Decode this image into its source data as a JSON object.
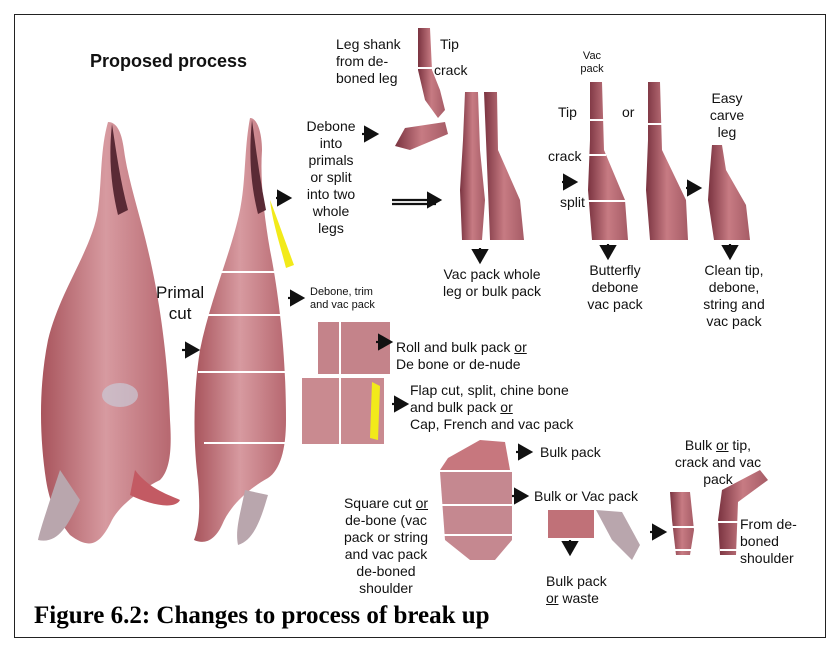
{
  "title": "Proposed process",
  "caption": "Figure 6.2: Changes to process of break up",
  "labels": {
    "primal_cut": "Primal\ncut",
    "leg_shank": "Leg shank\nfrom de-\nboned leg",
    "tip_top": "Tip",
    "crack_top": "crack",
    "debone_primals": "Debone\ninto\nprimals\nor split\ninto two\nwhole\nlegs",
    "vac_pack_top": "Vac\npack",
    "tip_mid": "Tip",
    "or_mid": "or",
    "easy_carve": "Easy\ncarve\nleg",
    "crack_mid": "crack",
    "split_mid": "split",
    "vac_pack_whole": "Vac pack whole\nleg or bulk pack",
    "butterfly": "Butterfly\ndebone\nvac pack",
    "clean_tip": "Clean tip,\ndebone,\nstring and\nvac pack",
    "debone_trim": "Debone, trim\nand vac pack",
    "roll_bulk_1": "Roll and bulk pack ",
    "roll_bulk_or": "or",
    "roll_bulk_2": "De bone or de-nude",
    "flap_1": "Flap cut, split, chine bone\nand bulk pack ",
    "flap_or": "or",
    "flap_2": "Cap, French and vac pack",
    "bulk_pack_1": "Bulk pack",
    "bulk_or_vac": "Bulk  or Vac pack",
    "bulk_tip_1": "Bulk ",
    "bulk_tip_or": "or",
    "bulk_tip_2": " tip,\ncrack and vac\npack",
    "square_cut_1": "Square cut ",
    "square_cut_or": "or",
    "square_cut_2": "de-bone (vac\npack or string\nand vac pack\nde-boned\nshoulder",
    "bulk_pack_waste_1": "Bulk pack",
    "bulk_pack_waste_or": "or",
    "bulk_pack_waste_2": " waste",
    "from_deboned": "From de-\nboned\nshoulder"
  },
  "colors": {
    "meat": "#c98a8e",
    "meat_dark": "#8b3a45",
    "fat": "#e8d8d8",
    "membrane": "#b7c3d6",
    "marker": "#f2ea1a",
    "line": "#ffffff",
    "arrow": "#111111"
  },
  "icons": [
    "right-arrow-icon",
    "down-arrow-icon",
    "double-right-arrow-icon"
  ]
}
